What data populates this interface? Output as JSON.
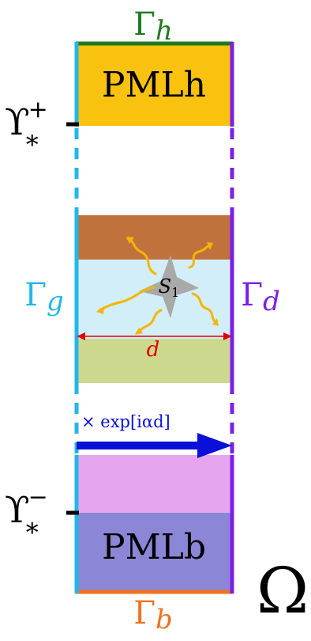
{
  "labels": {
    "gamma": "Γ",
    "upsilon": "ϒ",
    "sub_h": "h",
    "sub_g": "g",
    "sub_d": "d",
    "sub_b": "b",
    "sup_plus": "+",
    "sup_minus": "−",
    "sub_star": "*",
    "pml_top": "PMLh",
    "pml_bottom": "PMLb",
    "scatterer_letter": "S",
    "scatterer_index": "1",
    "width_symbol": "d",
    "shift_operator": "× exp[iαd]",
    "domain_symbol": "Ω"
  },
  "colors": {
    "gamma_h": "#1f7a1f",
    "gamma_g": "#22b7ea",
    "gamma_d": "#7a1fe6",
    "gamma_b": "#f07320",
    "pml_top": "#f9c20e",
    "pml_bottom": "#8c86d6",
    "pink_layer": "#e6a6ef",
    "brown_layer": "#c0723d",
    "cyan_layer": "#d2eef8",
    "olive_layer": "#cdd88f",
    "star": "#a9a9a9",
    "waves": "#f7b500",
    "dimension": "#e00000",
    "arrow": "#0a10d8",
    "black": "#000000"
  }
}
